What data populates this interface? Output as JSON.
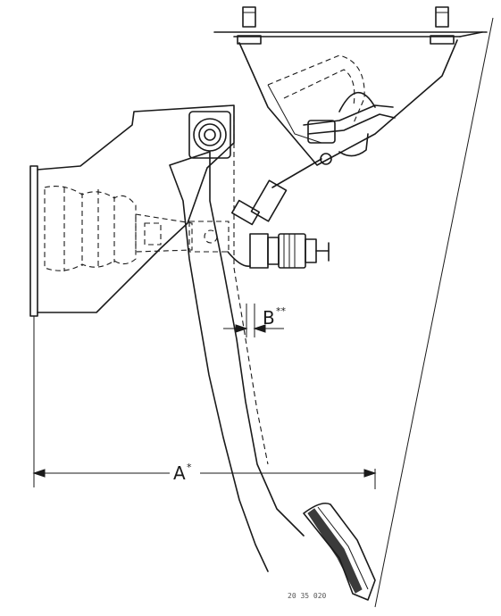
{
  "labels": {
    "dimension_a": "A",
    "dimension_a_mark": "*",
    "dimension_b": "B",
    "dimension_b_mark": "**",
    "drawing_number": "20 35 020"
  }
}
